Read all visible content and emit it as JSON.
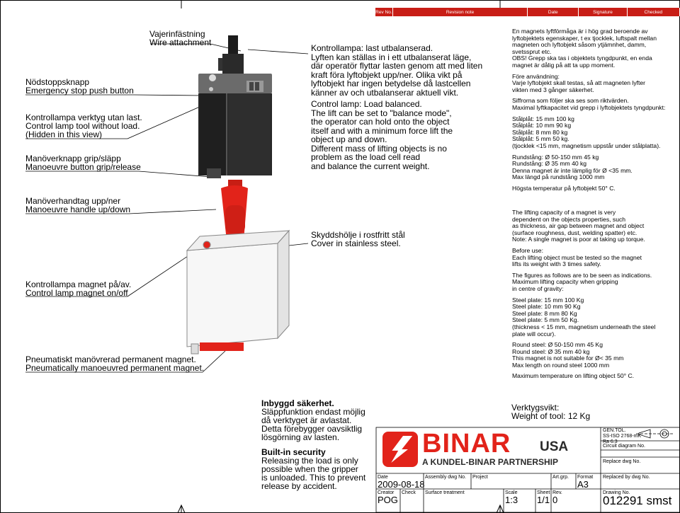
{
  "revision_table": {
    "rev_no": "Rev No.",
    "revision_note": "Revision note",
    "date": "Date",
    "signature": "Signature",
    "checked": "Checked"
  },
  "callouts_left": [
    {
      "sv": "Vajerinfästning",
      "en": "Wire attachment"
    },
    {
      "sv": "Nödstoppsknapp",
      "en": "Emergency stop push button"
    },
    {
      "sv": "Kontrollampa verktyg utan last.",
      "en": "Control lamp tool without load.",
      "extra": "(Hidden in this view)"
    },
    {
      "sv": "Manöverknapp grip/släpp",
      "en": "Manoeuvre button grip/release"
    },
    {
      "sv": "Manöverhandtag upp/ner",
      "en": "Manoeuvre handle up/down"
    },
    {
      "sv": "Kontrollampa magnet på/av.",
      "en": "Control lamp magnet on/off"
    },
    {
      "sv": "Pneumatiskt manövrerad permanent magnet.",
      "en": "Pneumatically manoeuvred permanent magnet."
    }
  ],
  "middle": {
    "lamp_sv": [
      "Kontrollampa: last utbalanserad.",
      "Lyften kan ställas in i ett utbalanserat läge,",
      "där operatör flyttar lasten genom att med liten",
      "kraft föra lyftobjekt upp/ner. Olika vikt på",
      "lyftobjekt har ingen betydelse då lastcellen",
      "känner av och utbalanserar aktuell vikt."
    ],
    "lamp_en": [
      "Control lamp: Load balanced.",
      "The lift can be set to \"balance mode\",",
      "the operator can hold onto the object",
      "itself and with a minimum force lift the",
      "object up and down.",
      "Different mass of lifting objects is no",
      "problem as the load cell read",
      "and balance the current weight."
    ],
    "cover_sv": "Skyddshölje i rostfritt stål",
    "cover_en": "Cover in stainless steel."
  },
  "right_sv": [
    "En magnets lyftförmåga är i hög grad beroende av",
    "lyftobjektets egenskaper, t ex tjocklek, luftspalt mellan",
    "magneten och lyftobjekt såsom ytjämnhet, damm,",
    "svetssprut etc.",
    "OBS! Grepp ska tas i objektets tyngdpunkt, en enda",
    "magnet är dålig på att ta upp moment.",
    "",
    "Före användning:",
    "Varje lyftobjekt skall testas, så att magneten lyfter",
    "vikten med 3 gånger säkerhet.",
    "",
    "Siffrorna som följer ska ses som riktvärden.",
    "Maximal lyftkapacitet vid grepp i lyftobjektets tyngdpunkt:",
    "",
    "Stålplåt: 15 mm 100 kg",
    "Stålplåt: 10 mm   90 kg",
    "Stålplåt:   8 mm   80 kg",
    "Stålplåt:   5 mm   50 kg.",
    "(tjocklek <15 mm, magnetism uppstår under stålplatta).",
    "",
    "Rundstång: Ø 50-150 mm 45 kg",
    "Rundstång: Ø 35 mm 40 kg",
    "Denna magnet är inte lämplig för Ø <35 mm.",
    "Max längd på rundstång 1000 mm",
    "",
    "Högsta temperatur på lyftobjekt 50° C."
  ],
  "right_en": [
    "The lifting capacity of a magnet is very",
    "dependent on the objects properties, such",
    "as thickness, air gap between magnet and object",
    "(surface roughness, dust, welding spatter) etc.",
    "Note: A single magnet is poor at taking up torque.",
    "",
    "Before use:",
    "Each lifting object must be tested so the magnet",
    "lifts its weight with 3 times safety.",
    "",
    "The figures as follows are to be seen as indications.",
    "Maximum lifting capacity when gripping",
    "in centre of gravity:",
    "",
    "Steel plate: 15 mm  100 Kg",
    "Steel plate: 10 mm    90 Kg",
    "Steel plate:   8 mm    80 Kg",
    "Steel plate:   5 mm    50 Kg.",
    "(thickness < 15 mm, magnetism underneath the steel",
    "plate will occur).",
    "",
    "Round steel: Ø 50-150 mm 45 Kg",
    "Round steel: Ø 35 mm 40 kg",
    "This magnet is not suitable for Ø< 35 mm",
    "Max length on round steel 1000 mm",
    "",
    "Maximum temperature on lifting object 50° C."
  ],
  "safety": {
    "title_sv": "Inbyggd säkerhet.",
    "lines_sv": [
      "Släppfunktion endast möjlig",
      "då verktyget är avlastat.",
      "Detta förebygger oavsiktlig",
      "lösgörning av lasten."
    ],
    "title_en": "Built-in security",
    "lines_en": [
      "Releasing the load is only",
      "possible when the gripper",
      "is unloaded. This to prevent",
      "release by accident."
    ]
  },
  "tool_weight": {
    "sv": "Verktygsvikt:",
    "en": "Weight of tool: 12 Kg"
  },
  "logo": {
    "name": "BINAR",
    "suffix": "USA",
    "tagline": "A KUNDEL-BINAR PARTNERSHIP",
    "brand_color": "#e2231a"
  },
  "title_block": {
    "gen_tol": [
      "GEN.TOL.",
      "SS-ISO 2768-mK",
      "Ra 6.3"
    ],
    "circuit_label": "Circuit diagram No.",
    "replace_label": "Replace dwg No.",
    "replaced_by_label": "Replaced by dwg No.",
    "drawing_label": "Drawing No.",
    "drawing_no": "012291 smst",
    "date_label": "Date",
    "date": "2009-08-18",
    "assembly_label": "Assembly dwg No.",
    "project_label": "Project",
    "artgrp_label": "Art.grp.",
    "format_label": "Format",
    "format": "A3",
    "creator_label": "Creator",
    "creator": "POG",
    "check_label": "Check",
    "surface_label": "Surface treatment",
    "scale_label": "Scale",
    "scale": "1:3",
    "sheet_label": "Sheet",
    "sheet": "1/1",
    "rev_label": "Rev.",
    "rev": "0"
  },
  "colors": {
    "red": "#e2231a",
    "dark": "#2b2b2b",
    "grey": "#6f6f6f"
  }
}
